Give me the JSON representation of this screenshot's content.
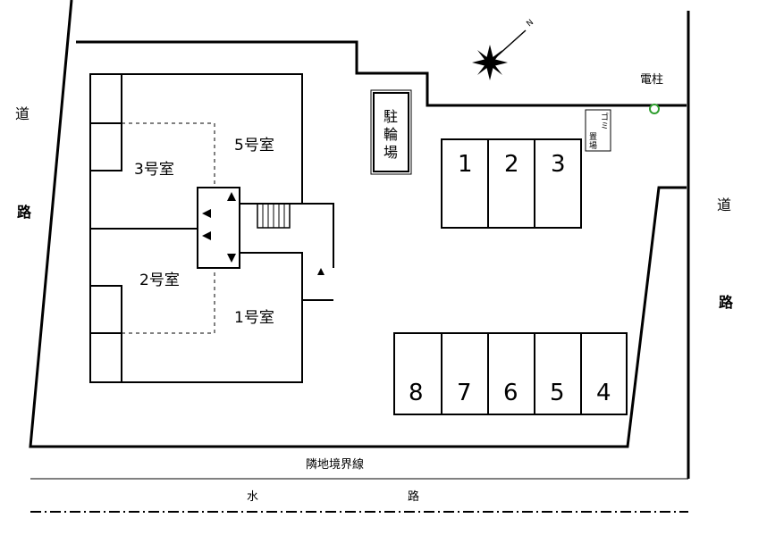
{
  "rooms": {
    "room5": "5号室",
    "room3": "3号室",
    "room2": "2号室",
    "room1": "1号室"
  },
  "parking": {
    "top": [
      "1",
      "2",
      "3"
    ],
    "bottom": [
      "8",
      "7",
      "6",
      "5",
      "4"
    ]
  },
  "bicycle_parking": [
    "駐",
    "輪",
    "場"
  ],
  "garbage": [
    "ゴ",
    "ミ",
    "置",
    "場"
  ],
  "utility_pole": "電柱",
  "road_left": [
    "道",
    "路"
  ],
  "road_right": [
    "道",
    "路"
  ],
  "boundary_line": "隣地境界線",
  "waterway": [
    "水",
    "路"
  ],
  "icons": {
    "compass": "compass-icon",
    "north_marker": "N",
    "arrows": "triangle-arrow-icon"
  },
  "colors": {
    "line": "#000000",
    "pole": "#2e9e2e",
    "background": "#ffffff"
  }
}
